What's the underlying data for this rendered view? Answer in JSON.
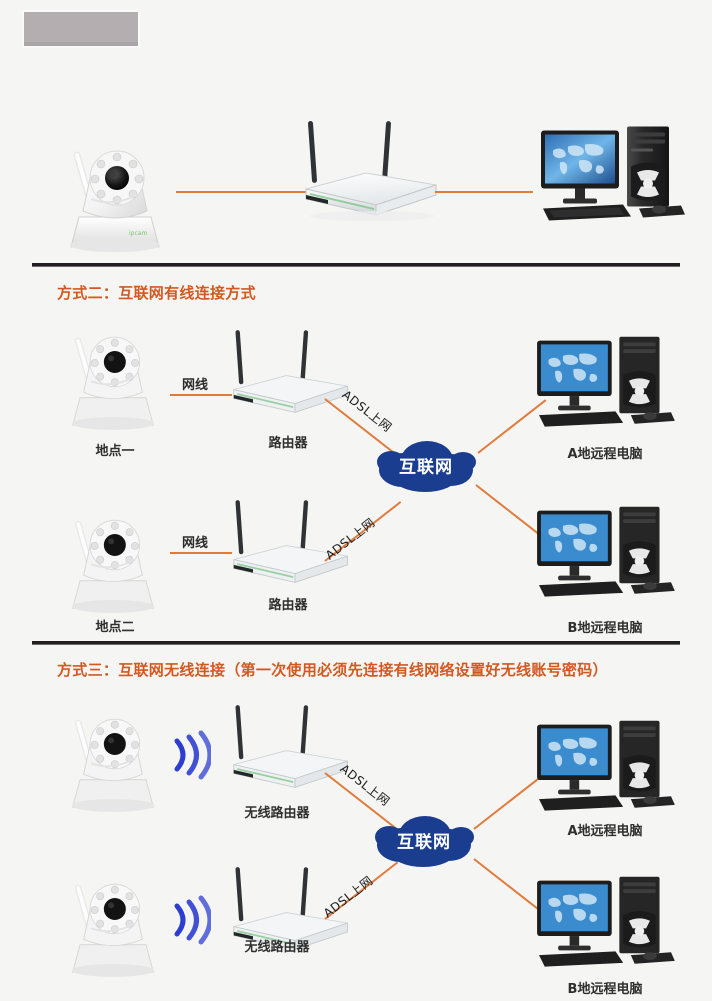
{
  "page": {
    "background_color": "#f5f5f4",
    "accent_line_color": "#e07b3c",
    "heading_color": "#d4581f",
    "cloud_color": "#1b3d8f",
    "wifi_color": "#2233cc"
  },
  "top_swatch": {
    "name": "image-placeholder",
    "fill": "#b4aeb0"
  },
  "sections": [
    {
      "id": "section-one",
      "title": "",
      "title_sub": "",
      "devices": [
        {
          "name": "ip-camera",
          "label": ""
        },
        {
          "name": "router",
          "label": ""
        },
        {
          "name": "desktop-computer",
          "label": ""
        }
      ],
      "links": [
        {
          "name": "camera-to-router-cable",
          "label": ""
        },
        {
          "name": "router-to-computer-cable",
          "label": ""
        }
      ]
    },
    {
      "id": "section-two",
      "title": "方式二：互联网有线连接方式",
      "title_sub": "",
      "cloud_label": "互联网",
      "rows": [
        {
          "camera_label": "地点一",
          "router_label": "路由器",
          "cable_label": "网线",
          "uplink_label": "ADSL上网",
          "computer_label": "A地远程电脑"
        },
        {
          "camera_label": "地点二",
          "router_label": "路由器",
          "cable_label": "网线",
          "uplink_label": "ADSL上网",
          "computer_label": "B地远程电脑"
        }
      ]
    },
    {
      "id": "section-three",
      "title": "方式三：互联网无线连接",
      "title_sub": "（第一次使用必须先连接有线网络设置好无线账号密码）",
      "cloud_label": "互联网",
      "rows": [
        {
          "camera_label": "",
          "router_label": "无线路由器",
          "wifi_label": "wifi-signal",
          "uplink_label": "ADSL上网",
          "computer_label": "A地远程电脑"
        },
        {
          "camera_label": "",
          "router_label": "无线路由器",
          "wifi_label": "wifi-signal",
          "uplink_label": "ADSL上网",
          "computer_label": "B地远程电脑"
        }
      ]
    }
  ],
  "labels": {
    "method_two_title": "方式二：互联网有线连接方式",
    "method_three_title": "方式三：互联网无线连接",
    "method_three_note": "（第一次使用必须先连接有线网络设置好无线账号密码）",
    "internet": "互联网",
    "adsl": "ADSL上网",
    "lan_cable": "网线",
    "router": "路由器",
    "wireless_router": "无线路由器",
    "site_one": "地点一",
    "site_two": "地点二",
    "remote_pc_a": "A地远程电脑",
    "remote_pc_b": "B地远程电脑"
  }
}
